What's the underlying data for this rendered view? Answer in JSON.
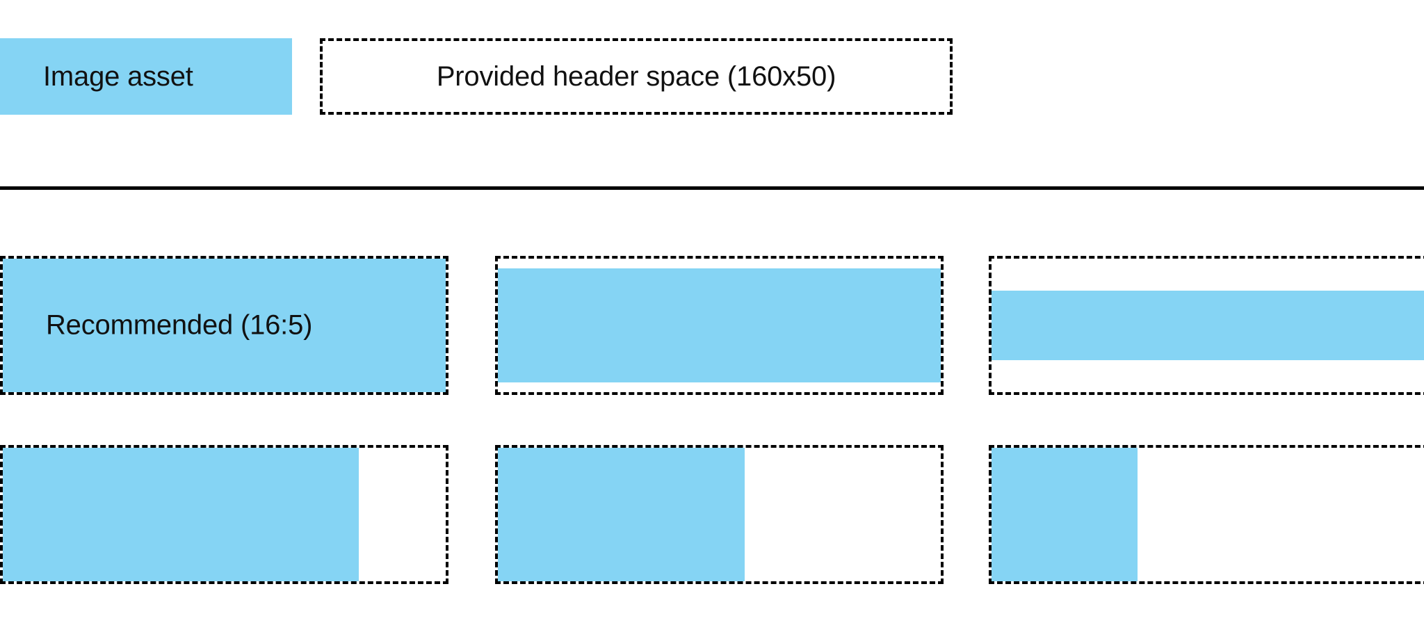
{
  "legend": {
    "swatch_label": "Image asset",
    "outline_label": "Provided header space (160x50)",
    "swatch_color": "#85D4F4",
    "outline_color": "#000000"
  },
  "divider": {
    "color": "#000000"
  },
  "samples": {
    "recommended_label": "Recommended (16:5)",
    "rows": [
      {
        "name": "aspect-ratio-row",
        "cells": [
          {
            "name": "recommended-16-5",
            "fill_ratio_width": "100%",
            "fill_ratio_height": "100%",
            "label": "Recommended (16:5)"
          },
          {
            "name": "taller-asset",
            "fill_ratio_width": "100%",
            "fill_ratio_height": "86%",
            "label": ""
          },
          {
            "name": "shorter-asset",
            "fill_ratio_width": "100%",
            "fill_ratio_height": "54%",
            "label": ""
          }
        ]
      },
      {
        "name": "width-ratio-row",
        "cells": [
          {
            "name": "wide-asset",
            "fill_ratio_width": "80%",
            "fill_ratio_height": "100%",
            "label": ""
          },
          {
            "name": "medium-asset",
            "fill_ratio_width": "55%",
            "fill_ratio_height": "100%",
            "label": ""
          },
          {
            "name": "narrow-asset",
            "fill_ratio_width": "33%",
            "fill_ratio_height": "100%",
            "label": ""
          }
        ]
      }
    ]
  }
}
